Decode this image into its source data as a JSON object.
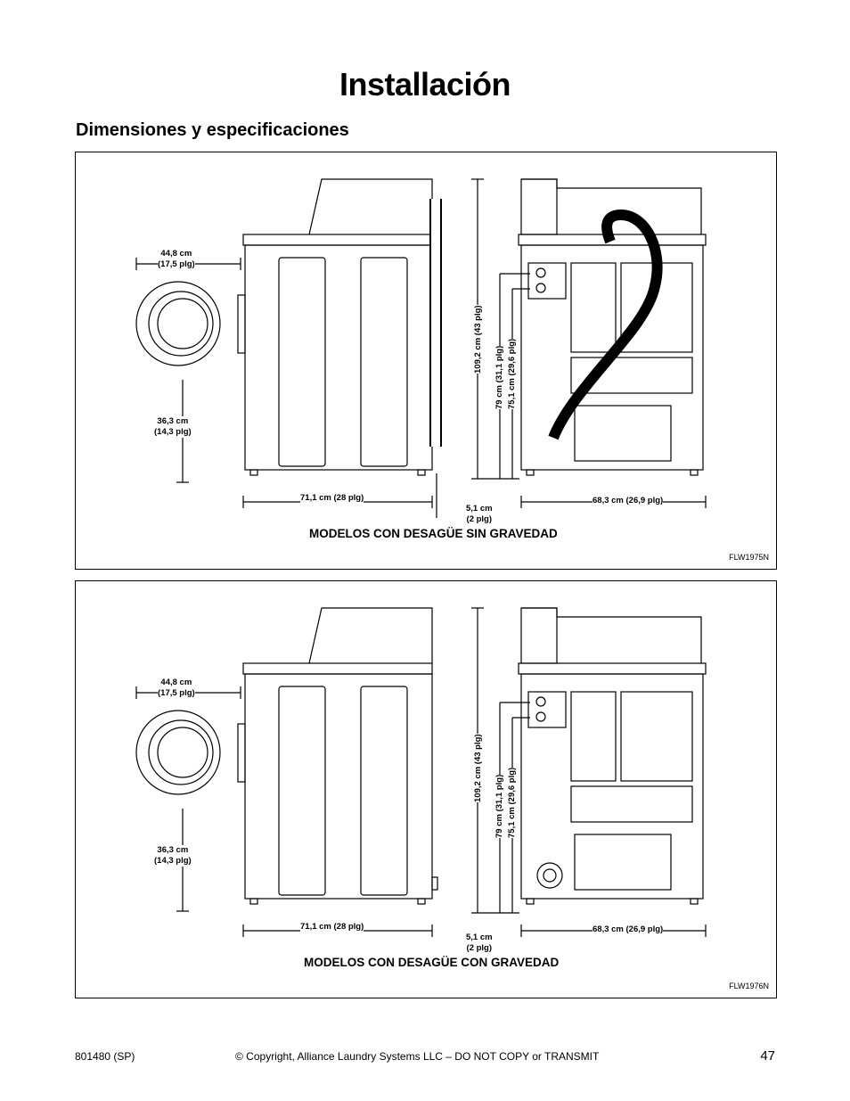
{
  "page": {
    "title": "Installación",
    "subtitle": "Dimensiones y especificaciones"
  },
  "figures": [
    {
      "caption": "MODELOS CON DESAGÜE SIN GRAVEDAD",
      "code": "FLW1975N",
      "dims": {
        "door_width": "44,8 cm\n(17,5 plg)",
        "door_height": "36,3 cm\n(14,3 plg)",
        "depth": "71,1 cm (28 plg)",
        "clearance": "5,1 cm\n(2 plg)",
        "width": "68,3 cm (26,9 plg)",
        "height_total": "109,2 cm (43 plg)",
        "height_top": "79 cm (31,1 plg)",
        "height_body": "75,1 cm (29,6 plg)"
      }
    },
    {
      "caption": "MODELOS CON DESAGÜE CON GRAVEDAD",
      "code": "FLW1976N",
      "dims": {
        "door_width": "44,8 cm\n(17,5 plg)",
        "door_height": "36,3 cm\n(14,3 plg)",
        "depth": "71,1 cm (28 plg)",
        "clearance": "5,1 cm\n(2 plg)",
        "width": "68,3 cm (26,9 plg)",
        "height_total": "109,2 cm (43 plg)",
        "height_top": "79 cm (31,1 plg)",
        "height_body": "75,1 cm (29,6 plg)"
      }
    }
  ],
  "footer": {
    "doc_number": "801480 (SP)",
    "copyright": "© Copyright, Alliance Laundry Systems LLC – DO NOT COPY or TRANSMIT",
    "page_number": "47"
  }
}
